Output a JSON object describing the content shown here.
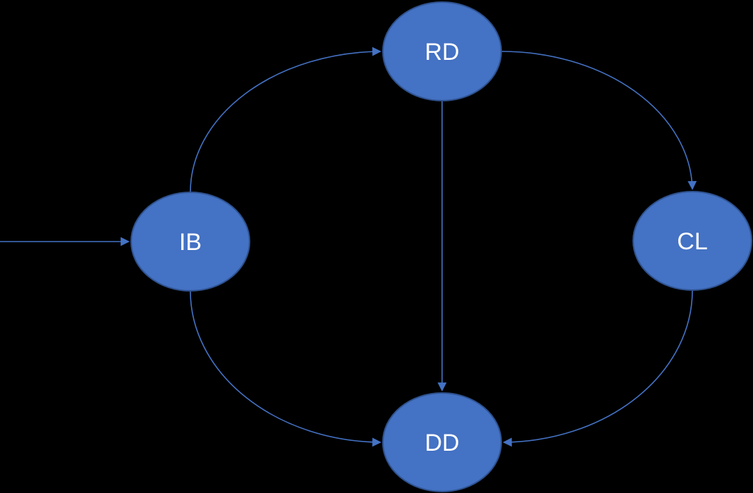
{
  "diagram": {
    "type": "state-diagram",
    "colors": {
      "background": "#000000",
      "node_fill": "#4472C4",
      "node_border": "#2F528F",
      "connector": "#4472C4",
      "label": "#FFFFFF"
    },
    "nodes": [
      {
        "id": "IB",
        "label": "IB"
      },
      {
        "id": "RD",
        "label": "RD"
      },
      {
        "id": "CL",
        "label": "CL"
      },
      {
        "id": "DD",
        "label": "DD"
      }
    ],
    "edges": [
      {
        "from": "start",
        "to": "IB",
        "shape": "straight-horizontal"
      },
      {
        "from": "IB",
        "to": "RD",
        "shape": "curved"
      },
      {
        "from": "RD",
        "to": "CL",
        "shape": "curved"
      },
      {
        "from": "RD",
        "to": "DD",
        "shape": "straight-vertical"
      },
      {
        "from": "IB",
        "to": "DD",
        "shape": "curved"
      },
      {
        "from": "CL",
        "to": "DD",
        "shape": "curved"
      }
    ]
  }
}
